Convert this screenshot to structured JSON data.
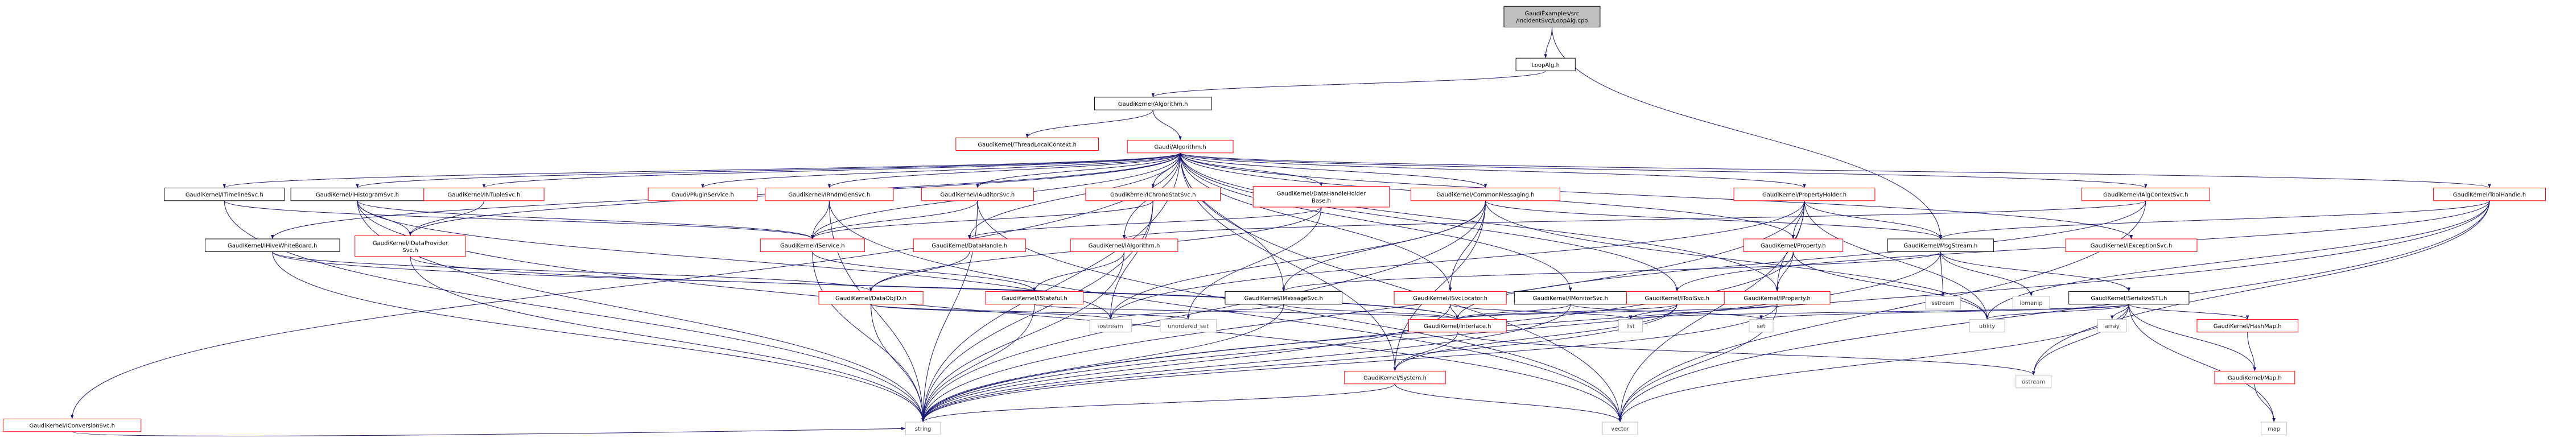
{
  "colors": {
    "edge": "#191970",
    "ok": "#000000",
    "missing": "#ff0000",
    "root_fill": "#bfbfbf",
    "system_text": "#404040",
    "system_border": "#bfbfbf"
  },
  "nodes": [
    {
      "id": "root",
      "lines": [
        "GaudiExamples/src",
        "/IncidentSvc/LoopAlg.cpp"
      ],
      "kind": "root"
    },
    {
      "id": "loopalg",
      "lines": [
        "LoopAlg.h"
      ],
      "kind": "ok"
    },
    {
      "id": "algorithm",
      "lines": [
        "GaudiKernel/Algorithm.h"
      ],
      "kind": "ok"
    },
    {
      "id": "threadlocal",
      "lines": [
        "GaudiKernel/ThreadLocalContext.h"
      ],
      "kind": "missing"
    },
    {
      "id": "galgorithm",
      "lines": [
        "Gaudi/Algorithm.h"
      ],
      "kind": "missing"
    },
    {
      "id": "itimeline",
      "lines": [
        "GaudiKernel/ITimelineSvc.h"
      ],
      "kind": "ok"
    },
    {
      "id": "ihistogram",
      "lines": [
        "GaudiKernel/IHistogramSvc.h"
      ],
      "kind": "ok"
    },
    {
      "id": "intuple",
      "lines": [
        "GaudiKernel/INTupleSvc.h"
      ],
      "kind": "missing"
    },
    {
      "id": "pluginsvc",
      "lines": [
        "Gaudi/PluginService.h"
      ],
      "kind": "missing"
    },
    {
      "id": "irndmgen",
      "lines": [
        "GaudiKernel/IRndmGenSvc.h"
      ],
      "kind": "missing"
    },
    {
      "id": "iauditor",
      "lines": [
        "GaudiKernel/IAuditorSvc.h"
      ],
      "kind": "missing"
    },
    {
      "id": "ichrono",
      "lines": [
        "GaudiKernel/IChronoStatSvc.h"
      ],
      "kind": "missing"
    },
    {
      "id": "datahandleholder",
      "lines": [
        "GaudiKernel/DataHandleHolder",
        "Base.h"
      ],
      "kind": "missing"
    },
    {
      "id": "commonmsg",
      "lines": [
        "GaudiKernel/CommonMessaging.h"
      ],
      "kind": "missing"
    },
    {
      "id": "propertyholder",
      "lines": [
        "GaudiKernel/PropertyHolder.h"
      ],
      "kind": "missing"
    },
    {
      "id": "ialgcontext",
      "lines": [
        "GaudiKernel/IAlgContextSvc.h"
      ],
      "kind": "missing"
    },
    {
      "id": "toolhandle",
      "lines": [
        "GaudiKernel/ToolHandle.h"
      ],
      "kind": "missing"
    },
    {
      "id": "iconversion",
      "lines": [
        "GaudiKernel/IConversionSvc.h"
      ],
      "kind": "missing"
    },
    {
      "id": "idataprovider",
      "lines": [
        "GaudiKernel/IDataProvider",
        "Svc.h"
      ],
      "kind": "missing"
    },
    {
      "id": "ihivewhiteboard",
      "lines": [
        "GaudiKernel/IHiveWhiteBoard.h"
      ],
      "kind": "ok"
    },
    {
      "id": "iservice",
      "lines": [
        "GaudiKernel/IService.h"
      ],
      "kind": "missing"
    },
    {
      "id": "datahandle",
      "lines": [
        "GaudiKernel/DataHandle.h"
      ],
      "kind": "missing"
    },
    {
      "id": "ialgorithm",
      "lines": [
        "GaudiKernel/IAlgorithm.h"
      ],
      "kind": "missing"
    },
    {
      "id": "property",
      "lines": [
        "GaudiKernel/Property.h"
      ],
      "kind": "missing"
    },
    {
      "id": "msgstream",
      "lines": [
        "GaudiKernel/MsgStream.h"
      ],
      "kind": "ok"
    },
    {
      "id": "iexception",
      "lines": [
        "GaudiKernel/IExceptionSvc.h"
      ],
      "kind": "missing"
    },
    {
      "id": "dataobjid",
      "lines": [
        "GaudiKernel/DataObjID.h"
      ],
      "kind": "missing"
    },
    {
      "id": "istateful",
      "lines": [
        "GaudiKernel/IStateful.h"
      ],
      "kind": "missing"
    },
    {
      "id": "imessage",
      "lines": [
        "GaudiKernel/IMessageSvc.h"
      ],
      "kind": "ok"
    },
    {
      "id": "isvclocator",
      "lines": [
        "GaudiKernel/ISvcLocator.h"
      ],
      "kind": "missing"
    },
    {
      "id": "imonitor",
      "lines": [
        "GaudiKernel/IMonitorSvc.h"
      ],
      "kind": "ok"
    },
    {
      "id": "itoolsvc",
      "lines": [
        "GaudiKernel/IToolSvc.h"
      ],
      "kind": "missing"
    },
    {
      "id": "iproperty",
      "lines": [
        "GaudiKernel/IProperty.h"
      ],
      "kind": "missing"
    },
    {
      "id": "serializestl",
      "lines": [
        "GaudiKernel/SerializeSTL.h"
      ],
      "kind": "ok"
    },
    {
      "id": "sstream",
      "lines": [
        "sstream"
      ],
      "kind": "system"
    },
    {
      "id": "iomanip",
      "lines": [
        "iomanip"
      ],
      "kind": "system"
    },
    {
      "id": "iostream",
      "lines": [
        "iostream"
      ],
      "kind": "system"
    },
    {
      "id": "unordered_set",
      "lines": [
        "unordered_set"
      ],
      "kind": "system"
    },
    {
      "id": "interface",
      "lines": [
        "GaudiKernel/Interface.h"
      ],
      "kind": "missing"
    },
    {
      "id": "list",
      "lines": [
        "list"
      ],
      "kind": "system"
    },
    {
      "id": "set",
      "lines": [
        "set"
      ],
      "kind": "system"
    },
    {
      "id": "utility",
      "lines": [
        "utility"
      ],
      "kind": "system"
    },
    {
      "id": "array",
      "lines": [
        "array"
      ],
      "kind": "system"
    },
    {
      "id": "hashmap",
      "lines": [
        "GaudiKernel/HashMap.h"
      ],
      "kind": "missing"
    },
    {
      "id": "system",
      "lines": [
        "GaudiKernel/System.h"
      ],
      "kind": "missing"
    },
    {
      "id": "ostream",
      "lines": [
        "ostream"
      ],
      "kind": "system"
    },
    {
      "id": "map_h",
      "lines": [
        "GaudiKernel/Map.h"
      ],
      "kind": "missing"
    },
    {
      "id": "string",
      "lines": [
        "string"
      ],
      "kind": "system"
    },
    {
      "id": "vector",
      "lines": [
        "vector"
      ],
      "kind": "system"
    },
    {
      "id": "map",
      "lines": [
        "map"
      ],
      "kind": "system"
    }
  ],
  "edges": [
    [
      "root",
      "loopalg"
    ],
    [
      "root",
      "msgstream"
    ],
    [
      "loopalg",
      "algorithm"
    ],
    [
      "algorithm",
      "threadlocal"
    ],
    [
      "algorithm",
      "galgorithm"
    ],
    [
      "galgorithm",
      "itimeline"
    ],
    [
      "galgorithm",
      "ihistogram"
    ],
    [
      "galgorithm",
      "intuple"
    ],
    [
      "galgorithm",
      "pluginsvc"
    ],
    [
      "galgorithm",
      "irndmgen"
    ],
    [
      "galgorithm",
      "iauditor"
    ],
    [
      "galgorithm",
      "ichrono"
    ],
    [
      "galgorithm",
      "datahandleholder"
    ],
    [
      "galgorithm",
      "commonmsg"
    ],
    [
      "galgorithm",
      "propertyholder"
    ],
    [
      "galgorithm",
      "ialgcontext"
    ],
    [
      "galgorithm",
      "toolhandle"
    ],
    [
      "galgorithm",
      "iconversion"
    ],
    [
      "galgorithm",
      "idataprovider"
    ],
    [
      "galgorithm",
      "ihivewhiteboard"
    ],
    [
      "galgorithm",
      "iservice"
    ],
    [
      "galgorithm",
      "ialgorithm"
    ],
    [
      "galgorithm",
      "property"
    ],
    [
      "galgorithm",
      "iexception"
    ],
    [
      "galgorithm",
      "imessage"
    ],
    [
      "galgorithm",
      "isvclocator"
    ],
    [
      "galgorithm",
      "imonitor"
    ],
    [
      "galgorithm",
      "itoolsvc"
    ],
    [
      "galgorithm",
      "iproperty"
    ],
    [
      "galgorithm",
      "string"
    ],
    [
      "galgorithm",
      "vector"
    ],
    [
      "galgorithm",
      "datahandle"
    ],
    [
      "galgorithm",
      "system"
    ],
    [
      "itimeline",
      "iservice"
    ],
    [
      "itimeline",
      "string"
    ],
    [
      "ihistogram",
      "idataprovider"
    ],
    [
      "ihistogram",
      "iservice"
    ],
    [
      "ihistogram",
      "string"
    ],
    [
      "ihistogram",
      "iostream"
    ],
    [
      "ihistogram",
      "vector"
    ],
    [
      "intuple",
      "idataprovider"
    ],
    [
      "irndmgen",
      "iservice"
    ],
    [
      "irndmgen",
      "string"
    ],
    [
      "irndmgen",
      "vector"
    ],
    [
      "iauditor",
      "iservice"
    ],
    [
      "iauditor",
      "string"
    ],
    [
      "iauditor",
      "vector"
    ],
    [
      "ichrono",
      "iservice"
    ],
    [
      "ichrono",
      "string"
    ],
    [
      "ichrono",
      "iostream"
    ],
    [
      "datahandleholder",
      "datahandle"
    ],
    [
      "datahandleholder",
      "dataobjid"
    ],
    [
      "datahandleholder",
      "unordered_set"
    ],
    [
      "commonmsg",
      "imessage"
    ],
    [
      "commonmsg",
      "isvclocator"
    ],
    [
      "commonmsg",
      "msgstream"
    ],
    [
      "commonmsg",
      "system"
    ],
    [
      "commonmsg",
      "string"
    ],
    [
      "commonmsg",
      "iostream"
    ],
    [
      "commonmsg",
      "utility"
    ],
    [
      "propertyholder",
      "property"
    ],
    [
      "propertyholder",
      "iproperty"
    ],
    [
      "propertyholder",
      "msgstream"
    ],
    [
      "propertyholder",
      "utility"
    ],
    [
      "propertyholder",
      "vector"
    ],
    [
      "propertyholder",
      "string"
    ],
    [
      "propertyholder",
      "iostream"
    ],
    [
      "ialgcontext",
      "ialgorithm"
    ],
    [
      "ialgcontext",
      "vector"
    ],
    [
      "ialgcontext",
      "interface"
    ],
    [
      "toolhandle",
      "itoolsvc"
    ],
    [
      "toolhandle",
      "msgstream"
    ],
    [
      "toolhandle",
      "string"
    ],
    [
      "toolhandle",
      "vector"
    ],
    [
      "toolhandle",
      "ostream"
    ],
    [
      "toolhandle",
      "utility"
    ],
    [
      "iconversion",
      "string"
    ],
    [
      "idataprovider",
      "string"
    ],
    [
      "idataprovider",
      "interface"
    ],
    [
      "ihivewhiteboard",
      "dataobjid"
    ],
    [
      "ihivewhiteboard",
      "string"
    ],
    [
      "ihivewhiteboard",
      "interface"
    ],
    [
      "iservice",
      "istateful"
    ],
    [
      "iservice",
      "string"
    ],
    [
      "datahandle",
      "dataobjid"
    ],
    [
      "ialgorithm",
      "istateful"
    ],
    [
      "ialgorithm",
      "string"
    ],
    [
      "property",
      "iproperty"
    ],
    [
      "property",
      "utility"
    ],
    [
      "property",
      "string"
    ],
    [
      "msgstream",
      "imessage"
    ],
    [
      "msgstream",
      "serializestl"
    ],
    [
      "msgstream",
      "sstream"
    ],
    [
      "msgstream",
      "iomanip"
    ],
    [
      "msgstream",
      "string"
    ],
    [
      "dataobjid",
      "string"
    ],
    [
      "dataobjid",
      "iostream"
    ],
    [
      "dataobjid",
      "unordered_set"
    ],
    [
      "istateful",
      "interface"
    ],
    [
      "istateful",
      "string"
    ],
    [
      "imessage",
      "interface"
    ],
    [
      "imessage",
      "string"
    ],
    [
      "imessage",
      "iostream"
    ],
    [
      "isvclocator",
      "interface"
    ],
    [
      "isvclocator",
      "string"
    ],
    [
      "isvclocator",
      "list"
    ],
    [
      "imonitor",
      "interface"
    ],
    [
      "imonitor",
      "set"
    ],
    [
      "imonitor",
      "string"
    ],
    [
      "itoolsvc",
      "interface"
    ],
    [
      "itoolsvc",
      "list"
    ],
    [
      "itoolsvc",
      "string"
    ],
    [
      "itoolsvc",
      "system"
    ],
    [
      "iproperty",
      "interface"
    ],
    [
      "iproperty",
      "string"
    ],
    [
      "iproperty",
      "vector"
    ],
    [
      "serializestl",
      "list"
    ],
    [
      "serializestl",
      "set"
    ],
    [
      "serializestl",
      "utility"
    ],
    [
      "serializestl",
      "array"
    ],
    [
      "serializestl",
      "hashmap"
    ],
    [
      "serializestl",
      "map_h"
    ],
    [
      "serializestl",
      "ostream"
    ],
    [
      "serializestl",
      "vector"
    ],
    [
      "serializestl",
      "map"
    ],
    [
      "interface",
      "system"
    ],
    [
      "interface",
      "ostream"
    ],
    [
      "hashmap",
      "map_h"
    ],
    [
      "system",
      "string"
    ],
    [
      "system",
      "vector"
    ],
    [
      "map_h",
      "map"
    ]
  ]
}
